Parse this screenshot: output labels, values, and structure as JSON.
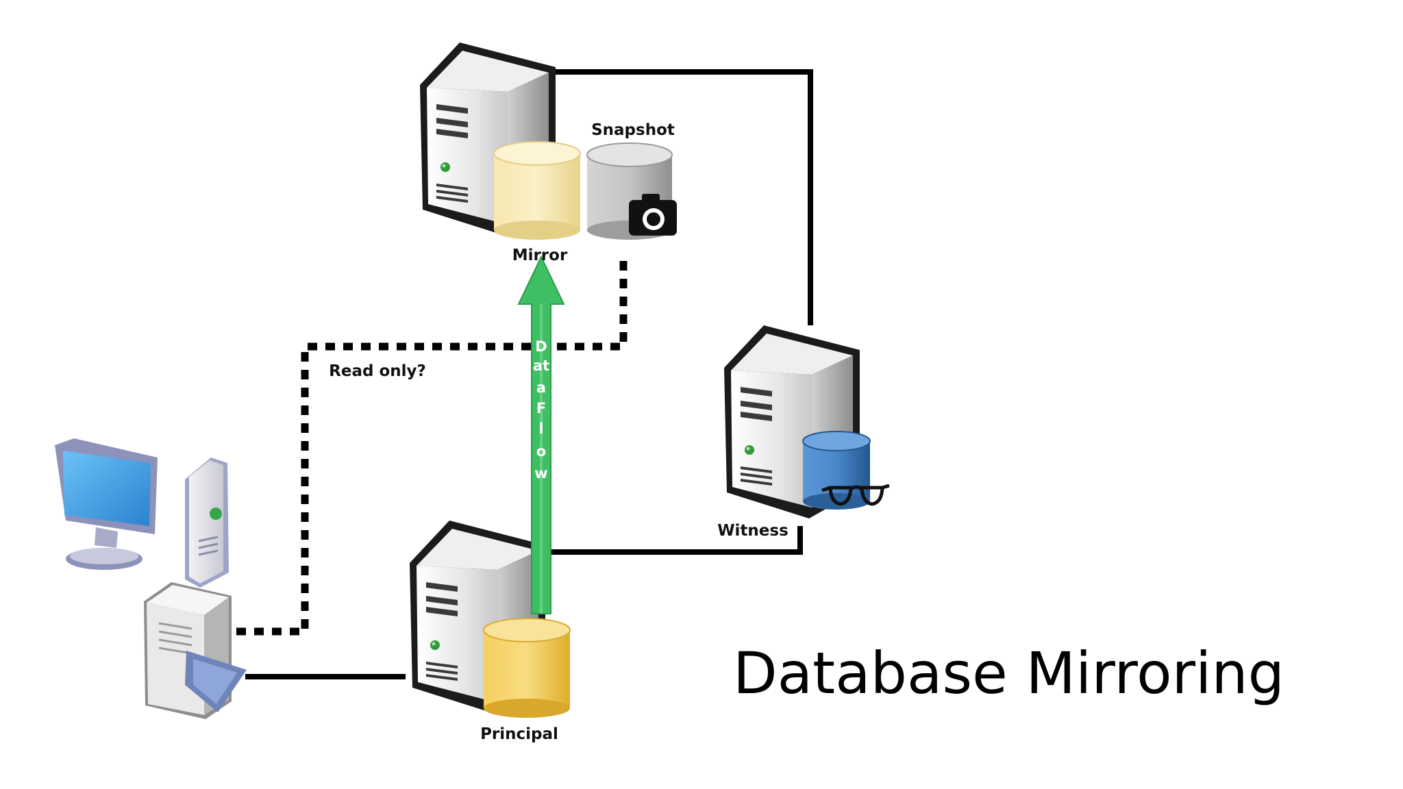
{
  "title": "Database Mirroring",
  "labels": {
    "mirror": "Mirror",
    "snapshot": "Snapshot",
    "witness": "Witness",
    "principal": "Principal",
    "read_only": "Read only?"
  },
  "data_flow_letters": [
    "D",
    "at",
    "a",
    "F",
    "l",
    "o",
    "w"
  ],
  "colors": {
    "data_flow_arrow": "#3fbf63",
    "mirror_db": "#f6e3a0",
    "principal_db": "#f0c640",
    "snapshot_db": "#b9b9b9",
    "witness_db": "#3f7ec6",
    "connector": "#000000",
    "monitor_screen": "#3a9be6"
  },
  "icons": {
    "mirror_server": "server-tower-icon",
    "witness_server": "server-tower-icon",
    "principal_server": "server-tower-icon",
    "client_pc": "desktop-computer-icon",
    "app_server": "application-server-icon",
    "snapshot": "camera-icon",
    "witness": "glasses-icon"
  }
}
